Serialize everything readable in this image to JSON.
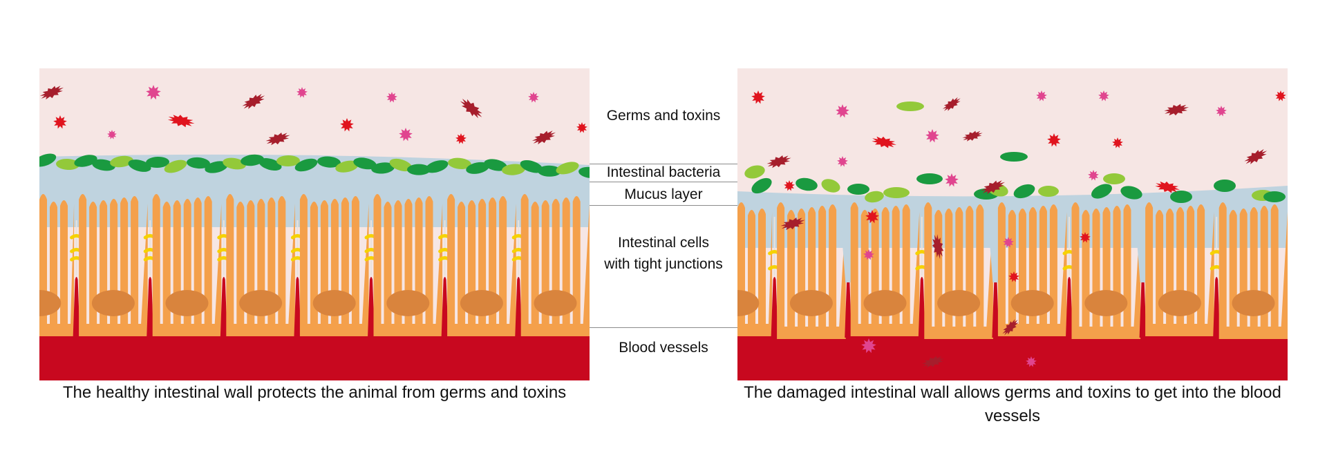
{
  "labels": {
    "germs": "Germs and toxins",
    "bacteria": "Intestinal bacteria",
    "mucus": "Mucus layer",
    "cells_line1": "Intestinal cells",
    "cells_line2": "with tight junctions",
    "blood": "Blood vessels"
  },
  "captions": {
    "left": "The healthy intestinal wall protects the animal from germs and toxins",
    "right": "The damaged intestinal wall allows germs and toxins to get into the blood vessels"
  },
  "colors": {
    "lumen": "#f6e6e4",
    "mucus": "#bfd3df",
    "cell": "#f4a04b",
    "nucleus": "#d9843d",
    "blood": "#c8081f",
    "junction": "#f6d200",
    "bacteria_dark": "#1a9a40",
    "bacteria_light": "#93c93a",
    "germ_dark": "#a61e2c",
    "germ_red": "#e0141e",
    "germ_pink": "#e0458f"
  }
}
